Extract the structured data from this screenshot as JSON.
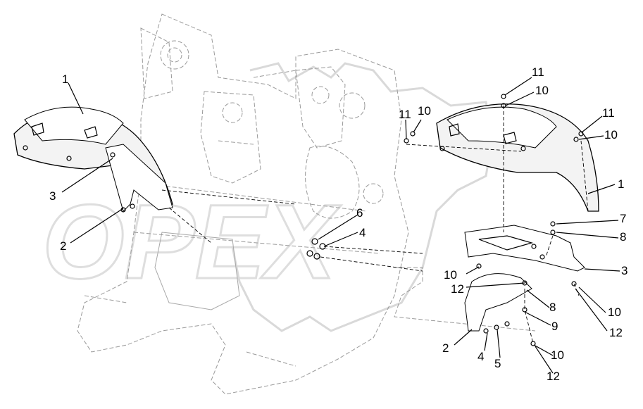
{
  "watermark": {
    "text": "OPEX"
  },
  "callouts": {
    "c1_left": "1",
    "c3_left": "3",
    "c2_left": "2",
    "c11_a": "11",
    "c10_a": "10",
    "c11_b": "11",
    "c10_b": "10",
    "c11_c": "11",
    "c10_c": "10",
    "c1_right": "1",
    "c6": "6",
    "c4_mid": "4",
    "c7": "7",
    "c8_a": "8",
    "c3_right": "3",
    "c10_d": "10",
    "c12_a": "12",
    "c10_e": "10",
    "c12_b": "12",
    "c8_b": "8",
    "c9": "9",
    "c2_right": "2",
    "c4_low": "4",
    "c5": "5",
    "c10_f": "10",
    "c12_c": "12"
  }
}
